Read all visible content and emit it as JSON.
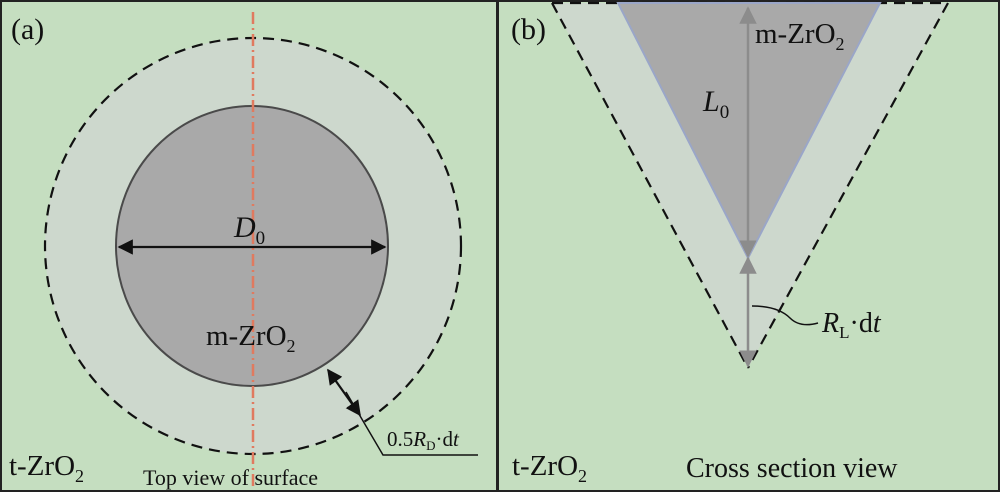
{
  "colors": {
    "background_green": "#c5dec0",
    "outer_zone": "#cdd8cd",
    "inner_grain": "#a9a9a9",
    "border": "#222222",
    "centerline": "#e07a5f",
    "length_arrow": "#8c8c8c",
    "triangle_edge": "#9aa6c8"
  },
  "panel_a": {
    "tag": "(a)",
    "inner_label": {
      "base": "m-ZrO",
      "sub": "2"
    },
    "diameter": {
      "base": "D",
      "sub": "0"
    },
    "growth": {
      "coef": "0.5",
      "base": "R",
      "sub": "D",
      "tail": "·d",
      "var": "t"
    },
    "matrix_label": {
      "base": "t-ZrO",
      "sub": "2"
    },
    "caption": "Top view of surface"
  },
  "panel_b": {
    "tag": "(b)",
    "inner_label": {
      "base": "m-ZrO",
      "sub": "2"
    },
    "length": {
      "base": "L",
      "sub": "0"
    },
    "growth": {
      "base": "R",
      "sub": "L",
      "tail": "·d",
      "var": "t"
    },
    "matrix_label": {
      "base": "t-ZrO",
      "sub": "2"
    },
    "caption": "Cross section view"
  }
}
